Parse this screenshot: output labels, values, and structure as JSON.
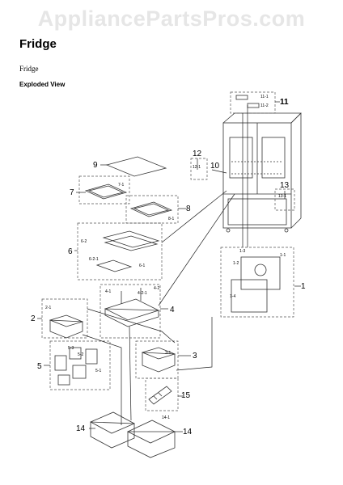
{
  "header": {
    "watermark": "AppliancePartsPros.com",
    "title": "Fridge",
    "subtitle": "Fridge",
    "view_label": "Exploded View"
  },
  "callouts": {
    "c1": "1",
    "c1_1": "1-1",
    "c1_2": "1-2",
    "c1_3": "1-3",
    "c1_4": "1-4",
    "c2": "2",
    "c2_1": "2-1",
    "c3": "3",
    "c3_1": "3-1",
    "c4": "4",
    "c4_1": "4-1",
    "c4_2": "4-2",
    "c4_2_1": "4-2-1",
    "c5": "5",
    "c5_1": "5-1",
    "c5_2": "5-2",
    "c5_3": "5-3",
    "c6": "6",
    "c6_1": "6-1",
    "c6_2": "6-2",
    "c6_2_1": "6-2-1",
    "c7": "7",
    "c7_1": "7-1",
    "c8": "8",
    "c8_1": "8-1",
    "c9": "9",
    "c10": "10",
    "c11": "11",
    "c11_1": "11-1",
    "c11_2": "11-2",
    "c12": "12",
    "c12_1": "12-1",
    "c13": "13",
    "c13_1": "13-1",
    "c14a": "14",
    "c14b": "14",
    "c14_1": "14-1",
    "c15": "15"
  },
  "colors": {
    "line": "#222222",
    "dash": "#555555",
    "watermark": "#e6e6e6"
  }
}
